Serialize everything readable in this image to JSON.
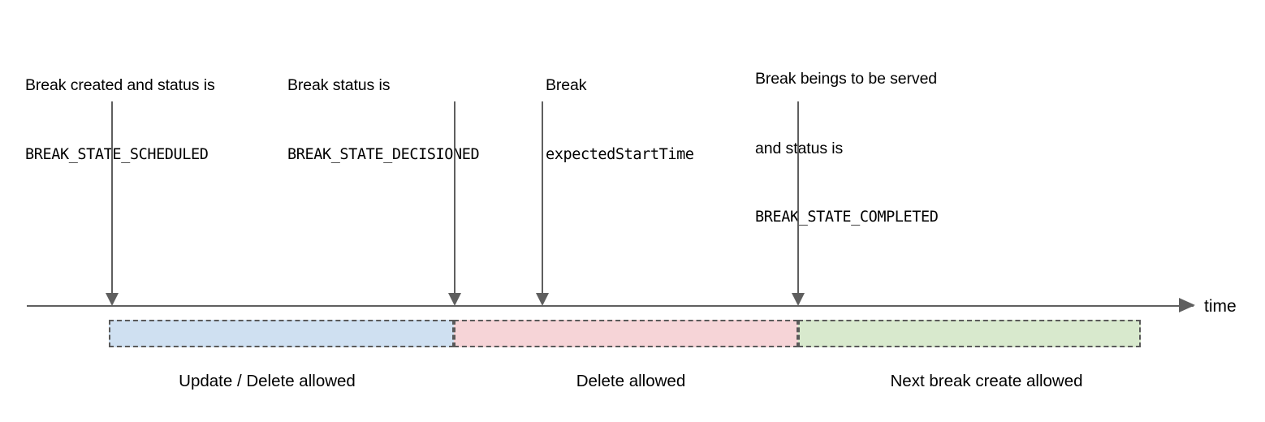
{
  "diagram": {
    "title": "Break lifecycle timeline",
    "axis": {
      "label": "time",
      "arrow_icon": "arrow-right-icon"
    },
    "colors": {
      "scheduled_bar": "#cfe0f1",
      "decisioned_bar": "#f6d4d7",
      "completed_bar": "#d8e9cd",
      "bar_border": "#5a5a5a",
      "arrow": "#5f5f5f",
      "text": "#000000"
    },
    "annotations": [
      {
        "id": "break-created-scheduled",
        "line1": "Break created and status is",
        "mono1": "BREAK_STATE_SCHEDULED",
        "line2": "",
        "mono2": ""
      },
      {
        "id": "break-decisioned",
        "line1": "Break status is",
        "mono1": "BREAK_STATE_DECISIONED",
        "line2": "",
        "mono2": ""
      },
      {
        "id": "break-expected-start-time",
        "line1": "Break",
        "mono1": "expectedStartTime",
        "line2": "",
        "mono2": ""
      },
      {
        "id": "break-completed",
        "line1": "Break beings to be served",
        "line2": "and status is",
        "mono1": "BREAK_STATE_COMPLETED",
        "mono2": ""
      }
    ],
    "phases": [
      {
        "id": "update-delete-allowed",
        "caption": "Update / Delete allowed",
        "color": "#cfe0f1"
      },
      {
        "id": "delete-allowed",
        "caption": "Delete allowed",
        "color": "#f6d4d7"
      },
      {
        "id": "next-break-create-allowed",
        "caption": "Next break create allowed",
        "color": "#d8e9cd"
      }
    ]
  }
}
